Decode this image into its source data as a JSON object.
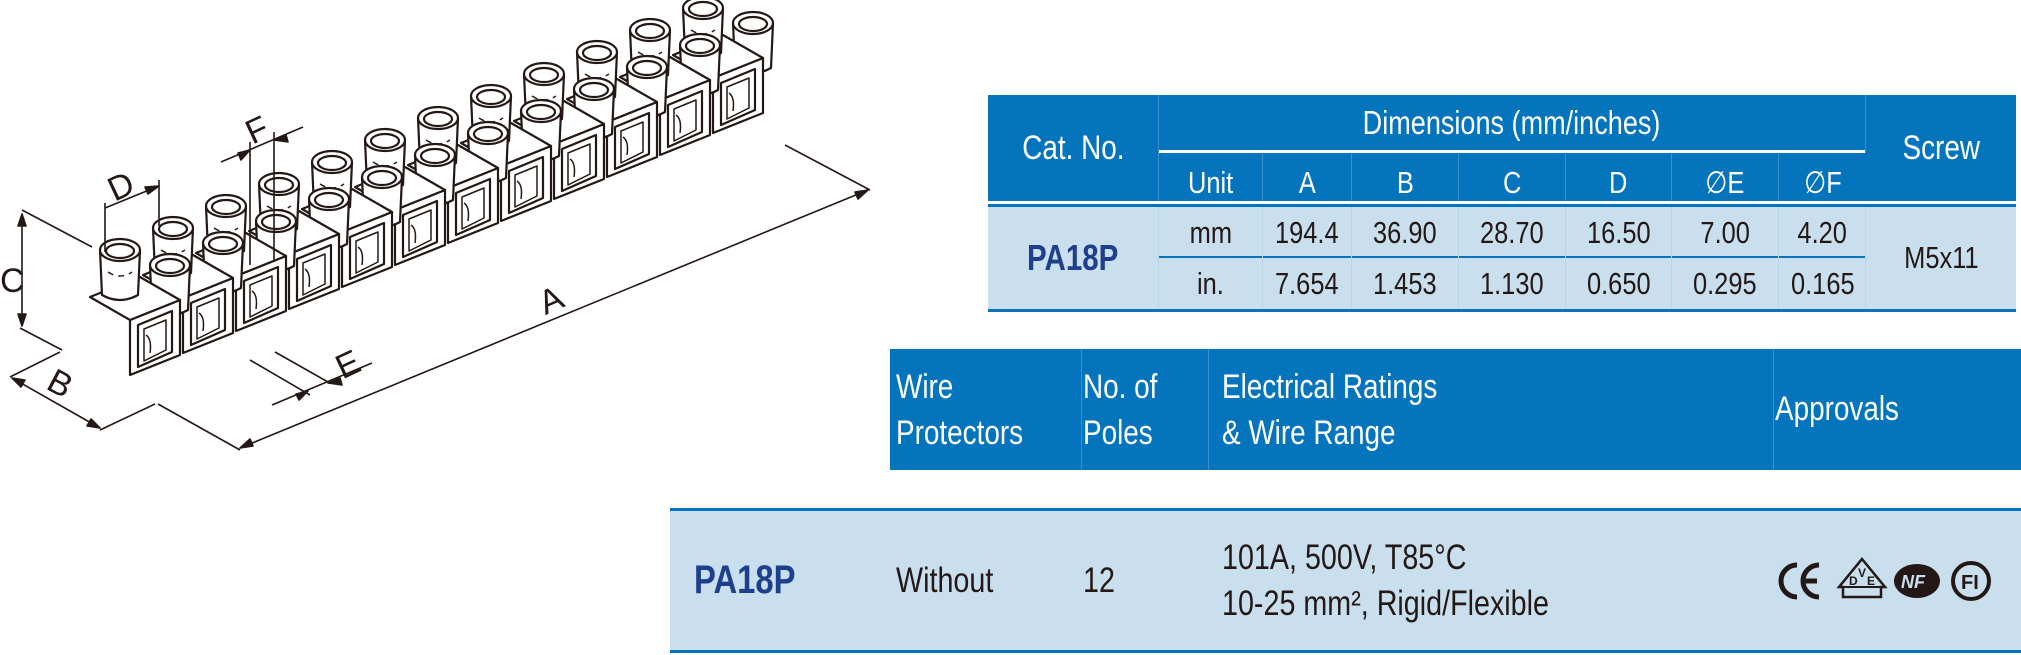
{
  "drawing": {
    "labels": {
      "A": "A",
      "B": "B",
      "C": "C",
      "D": "D",
      "E": "E",
      "F": "F"
    }
  },
  "dimensions_table": {
    "headers": {
      "cat_no": "Cat. No.",
      "dimensions": "Dimensions (mm/inches)",
      "screw": "Screw",
      "unit": "Unit",
      "columns": [
        "A",
        "B",
        "C",
        "D",
        "∅E",
        "∅F"
      ]
    },
    "row": {
      "cat_no": "PA18P",
      "screw": "M5x11",
      "mm": {
        "unit": "mm",
        "values": [
          "194.4",
          "36.90",
          "28.70",
          "16.50",
          "7.00",
          "4.20"
        ]
      },
      "in": {
        "unit": "in.",
        "values": [
          "7.654",
          "1.453",
          "1.130",
          "0.650",
          "0.295",
          "0.165"
        ]
      }
    }
  },
  "ratings_table": {
    "headers": {
      "wire_protectors": [
        "Wire",
        "Protectors"
      ],
      "no_of_poles": [
        "No. of",
        "Poles"
      ],
      "electrical": [
        "Electrical Ratings",
        "& Wire Range"
      ],
      "approvals": "Approvals"
    },
    "row": {
      "cat_no": "PA18P",
      "wire_protectors": "Without",
      "no_of_poles": "12",
      "electrical_line1": "101A, 500V, T85°C",
      "electrical_line2": "10-25 mm², Rigid/Flexible",
      "approvals": [
        "CE",
        "VDE",
        "NF",
        "FI"
      ]
    }
  },
  "colors": {
    "header_blue": "#0474bd",
    "row_light_blue": "#c9dfee",
    "cat_no_navy": "#1d3f8c",
    "text_dark": "#231815"
  }
}
